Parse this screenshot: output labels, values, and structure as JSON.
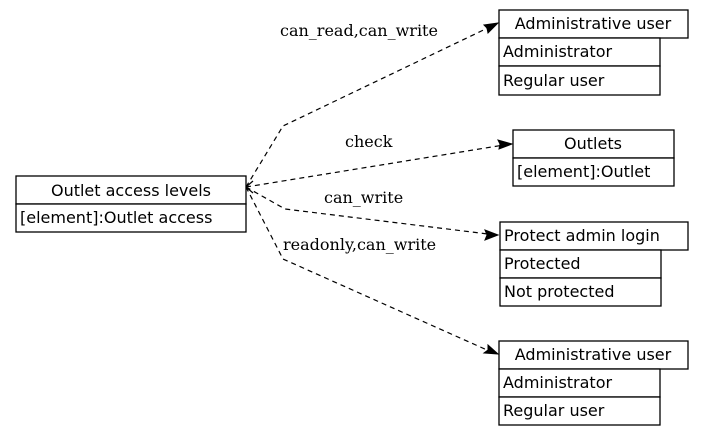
{
  "nodes": {
    "source": {
      "title": "Outlet access levels",
      "rows": [
        "[element]:Outlet access"
      ]
    },
    "admin_user_1": {
      "title": "Administrative user",
      "rows": [
        "Administrator",
        "Regular user"
      ]
    },
    "outlets": {
      "title": "Outlets",
      "rows": [
        "[element]:Outlet"
      ]
    },
    "protect_admin": {
      "title": "Protect admin login",
      "rows": [
        "Protected",
        "Not protected"
      ]
    },
    "admin_user_2": {
      "title": "Administrative user",
      "rows": [
        "Administrator",
        "Regular user"
      ]
    }
  },
  "edges": [
    {
      "label": "can_read,can_write"
    },
    {
      "label": "check"
    },
    {
      "label": "can_write"
    },
    {
      "label": "readonly,can_write"
    }
  ],
  "colors": {
    "stroke": "#000000",
    "background": "#ffffff"
  }
}
